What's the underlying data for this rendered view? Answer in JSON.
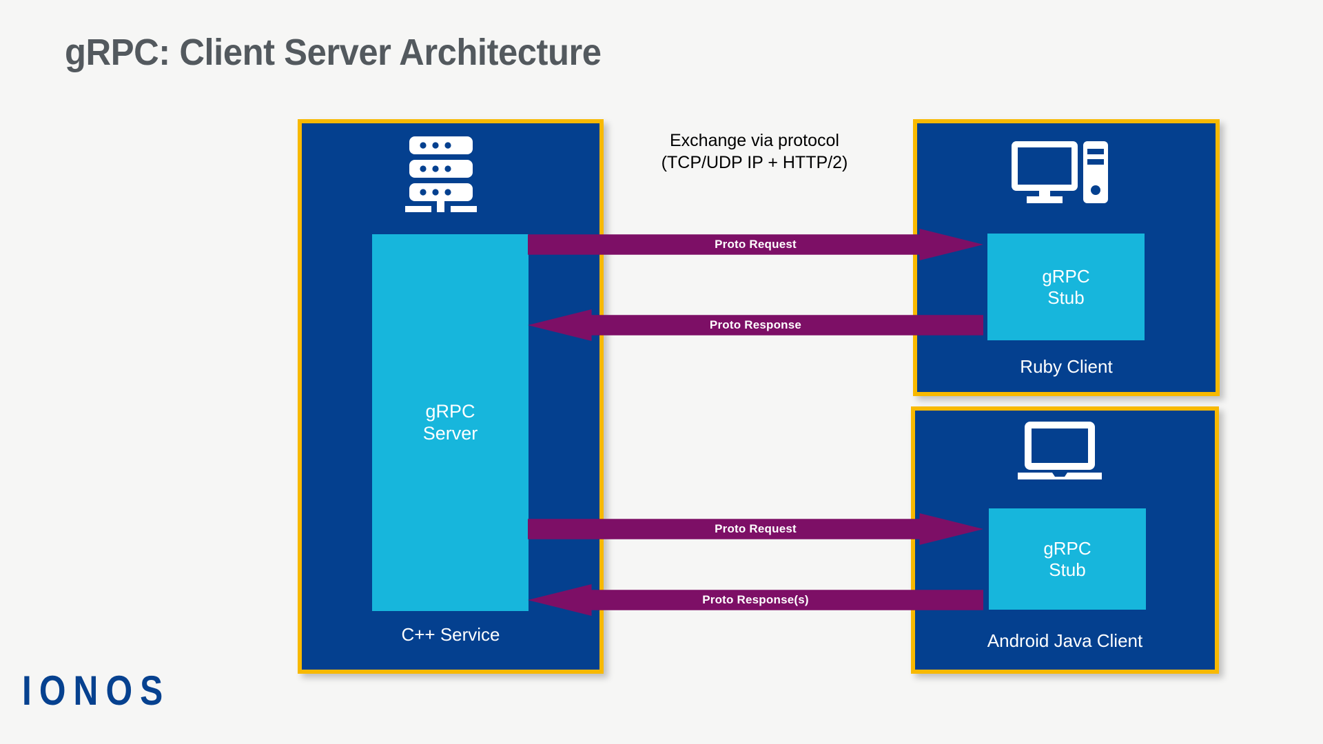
{
  "page": {
    "title": "gRPC: Client Server Architecture",
    "background_color": "#f6f6f5",
    "title_color": "#53595e"
  },
  "brand": {
    "logo_text": "IONOS",
    "logo_color": "#06418f"
  },
  "colors": {
    "panel_fill": "#04408f",
    "panel_border": "#f8b900",
    "inner_box": "#17b6dc",
    "arrow": "#7d0f66",
    "text_on_dark": "#ffffff",
    "note_text": "#000000"
  },
  "annotation": {
    "line1": "Exchange via protocol",
    "line2": "(TCP/UDP IP + HTTP/2)"
  },
  "server_panel": {
    "icon": "server-rack-icon",
    "inner_box_label_line1": "gRPC",
    "inner_box_label_line2": "Server",
    "caption": "C++ Service"
  },
  "ruby_panel": {
    "icon": "desktop-computer-icon",
    "inner_box_label_line1": "gRPC",
    "inner_box_label_line2": "Stub",
    "caption": "Ruby Client"
  },
  "android_panel": {
    "icon": "laptop-icon",
    "inner_box_label_line1": "gRPC",
    "inner_box_label_line2": "Stub",
    "caption": "Android Java Client"
  },
  "arrows": [
    {
      "id": "request-ruby",
      "label": "Proto Request",
      "direction": "right"
    },
    {
      "id": "response-ruby",
      "label": "Proto Response",
      "direction": "left"
    },
    {
      "id": "request-android",
      "label": "Proto Request",
      "direction": "right"
    },
    {
      "id": "response-android",
      "label": "Proto Response(s)",
      "direction": "left"
    }
  ]
}
